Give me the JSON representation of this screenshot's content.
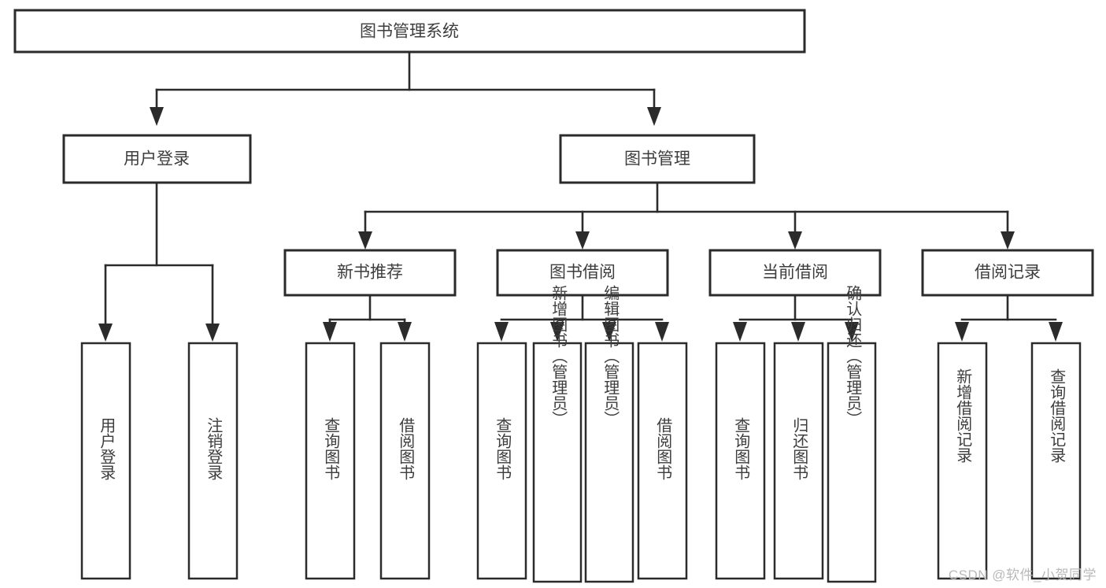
{
  "diagram": {
    "title": "图书管理系统",
    "type": "hierarchy-tree",
    "root": {
      "id": "root",
      "label": "图书管理系统"
    },
    "level1": [
      {
        "id": "user-login",
        "label": "用户登录"
      },
      {
        "id": "book-manage",
        "label": "图书管理"
      }
    ],
    "level2": [
      {
        "id": "new-book-rec",
        "label": "新书推荐",
        "parent": "book-manage"
      },
      {
        "id": "book-borrow",
        "label": "图书借阅",
        "parent": "book-manage"
      },
      {
        "id": "current-borrow",
        "label": "当前借阅",
        "parent": "book-manage"
      },
      {
        "id": "borrow-record",
        "label": "借阅记录",
        "parent": "book-manage"
      }
    ],
    "leaves": {
      "user-login": [
        {
          "id": "leaf-user-login",
          "label": "用户登录"
        },
        {
          "id": "leaf-user-logout",
          "label": "注销登录"
        }
      ],
      "new-book-rec": [
        {
          "id": "leaf-query-book-1",
          "label": "查询图书"
        },
        {
          "id": "leaf-borrow-book-1",
          "label": "借阅图书"
        }
      ],
      "book-borrow": [
        {
          "id": "leaf-query-book-2",
          "label": "查询图书"
        },
        {
          "id": "leaf-add-book",
          "label": "新增图书（管理员）"
        },
        {
          "id": "leaf-edit-book",
          "label": "编辑图书（管理员）"
        },
        {
          "id": "leaf-borrow-book-2",
          "label": "借阅图书"
        }
      ],
      "current-borrow": [
        {
          "id": "leaf-query-book-3",
          "label": "查询图书"
        },
        {
          "id": "leaf-return-book",
          "label": "归还图书"
        },
        {
          "id": "leaf-confirm-return",
          "label": "确认归还（管理员）"
        }
      ],
      "borrow-record": [
        {
          "id": "leaf-add-record",
          "label": "新增借阅记录"
        },
        {
          "id": "leaf-query-record",
          "label": "查询借阅记录"
        }
      ]
    }
  },
  "watermark": {
    "text": "CSDN @软件_小贺同学"
  },
  "colors": {
    "stroke": "#2b2b2b",
    "fill": "#ffffff",
    "text": "#3d3d3d",
    "watermark": "#b9b9b9"
  }
}
